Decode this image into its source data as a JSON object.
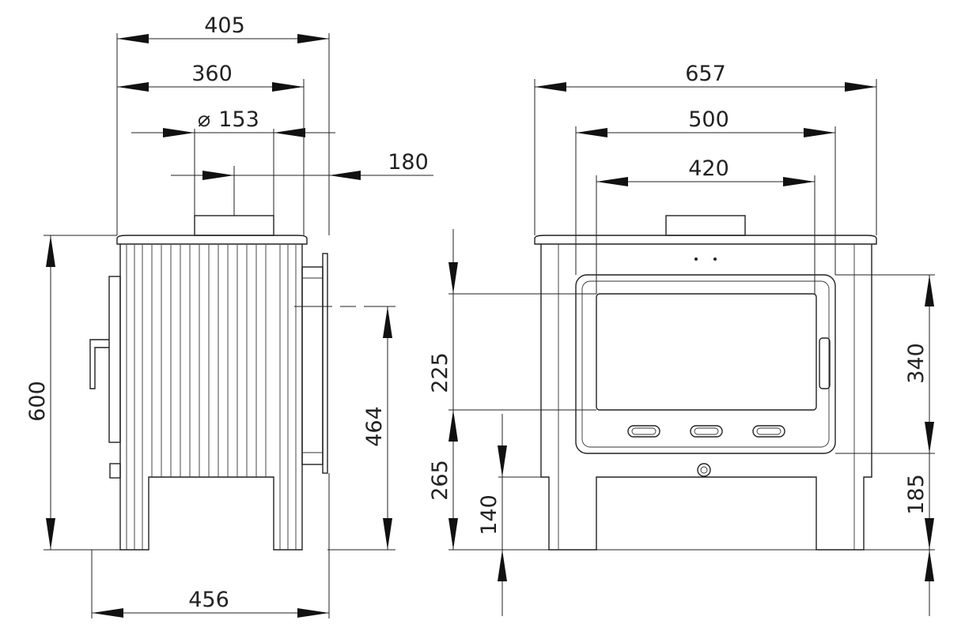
{
  "dimensions": {
    "top_width_405": "405",
    "body_width_360": "360",
    "flue_diameter": "153",
    "flue_diameter_symbol": "⌀",
    "flue_offset_180": "180",
    "base_depth_456": "456",
    "side_height_600": "600",
    "rear_outlet_height_464": "464",
    "front_width_657": "657",
    "front_body_500": "500",
    "front_glass_420": "420",
    "glass_height_225": "225",
    "glass_bottom_265": "265",
    "leg_height_140": "140",
    "door_height_340": "340",
    "door_bottom_185": "185"
  },
  "colors": {
    "line": "#222222",
    "background": "#ffffff"
  }
}
